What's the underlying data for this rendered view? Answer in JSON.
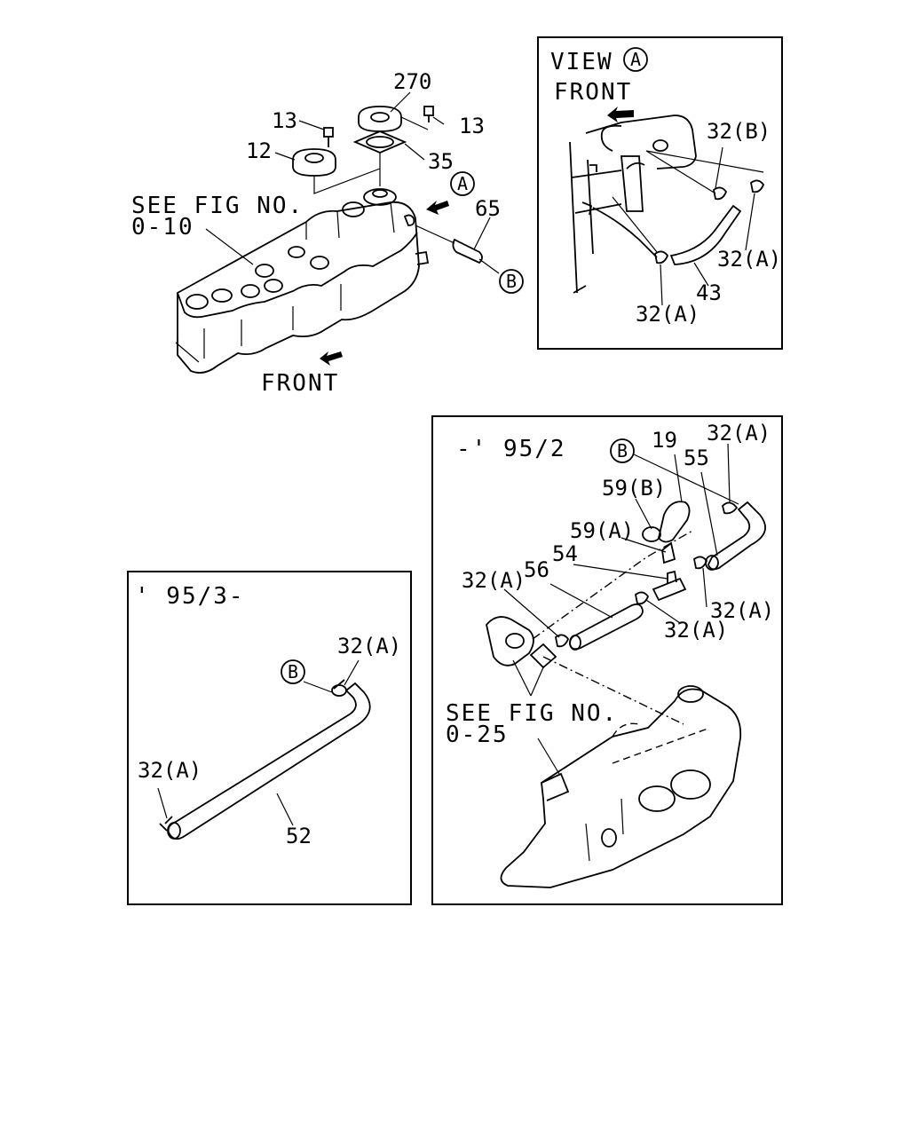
{
  "main": {
    "part_270": "270",
    "part_13_left": "13",
    "part_13_right": "13",
    "part_12": "12",
    "part_35": "35",
    "part_65": "65",
    "view_a_marker": "A",
    "view_b_marker": "B",
    "see_fig_line1": "SEE FIG NO.",
    "see_fig_line2": "0-10",
    "front": "FRONT"
  },
  "view_a_panel": {
    "title": "VIEW",
    "title_circle": "A",
    "front": "FRONT",
    "part_32b": "32(B)",
    "part_32a_right": "32(A)",
    "part_43": "43",
    "part_32a_bottom": "32(A)"
  },
  "panel_95_3": {
    "title": "' 95/3-",
    "marker_b": "B",
    "part_32a_top": "32(A)",
    "part_32a_left": "32(A)",
    "part_52": "52"
  },
  "panel_95_2": {
    "title": "-' 95/2",
    "marker_b": "B",
    "part_19": "19",
    "part_32a_top": "32(A)",
    "part_55": "55",
    "part_59b": "59(B)",
    "part_59a": "59(A)",
    "part_54": "54",
    "part_56": "56",
    "part_32a_left": "32(A)",
    "part_32a_mid": "32(A)",
    "part_32a_right": "32(A)",
    "see_fig_line1": "SEE FIG NO.",
    "see_fig_line2": "0-25"
  }
}
